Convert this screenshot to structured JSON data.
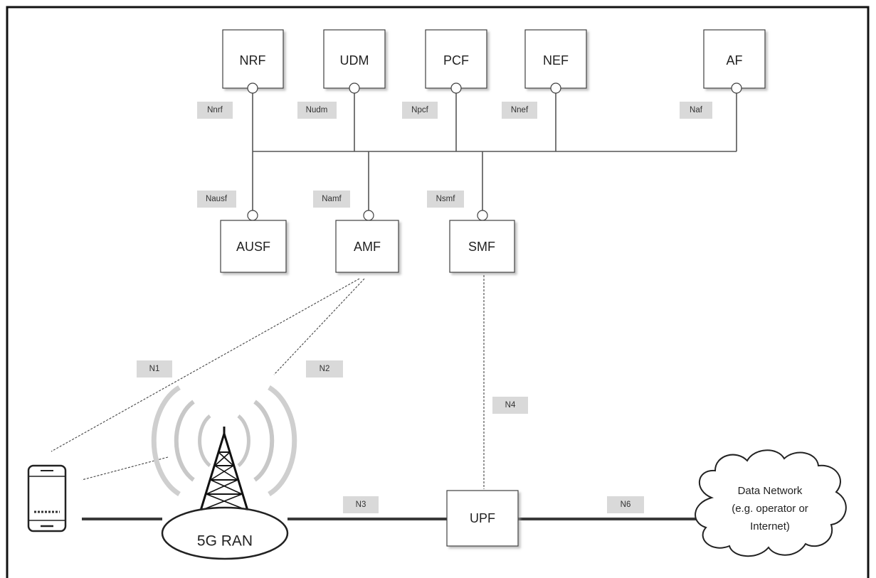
{
  "network_functions": {
    "nrf": "NRF",
    "udm": "UDM",
    "pcf": "PCF",
    "nef": "NEF",
    "af": "AF",
    "ausf": "AUSF",
    "amf": "AMF",
    "smf": "SMF",
    "upf": "UPF"
  },
  "interfaces": {
    "nnrf": "Nnrf",
    "nudm": "Nudm",
    "npcf": "Npcf",
    "nnef": "Nnef",
    "naf": "Naf",
    "nausf": "Nausf",
    "namf": "Namf",
    "nsmf": "Nsmf",
    "n1": "N1",
    "n2": "N2",
    "n3": "N3",
    "n4": "N4",
    "n6": "N6"
  },
  "ran": {
    "label": "5G RAN"
  },
  "data_network": {
    "line1": "Data Network",
    "line2": "(e.g. operator or",
    "line3": "Internet)"
  },
  "icons": [
    "smartphone-icon",
    "radio-tower-icon",
    "cloud-icon"
  ]
}
